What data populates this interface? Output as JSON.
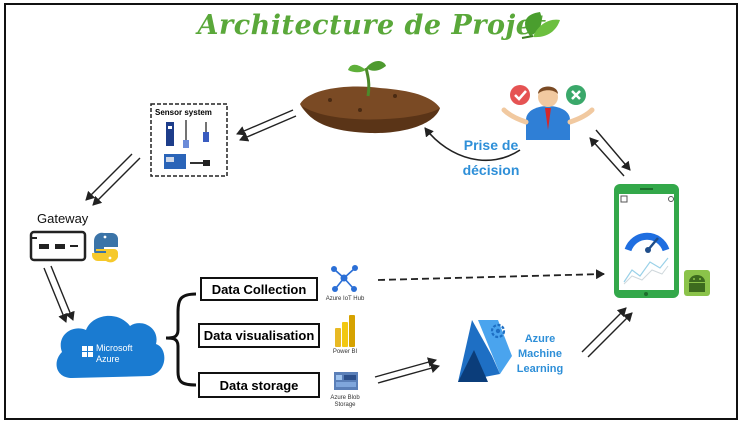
{
  "title": "Architecture de Projet",
  "sensor_system": {
    "label": "Sensor system"
  },
  "gateway": {
    "label": "Gateway"
  },
  "cloud": {
    "line1": "Microsoft",
    "line2": "Azure"
  },
  "services": [
    {
      "box_label": "Data Collection",
      "service_label": "Azure IoT Hub"
    },
    {
      "box_label": "Data visualisation",
      "service_label": "Power BI"
    },
    {
      "box_label": "Data storage",
      "service_label": "Azure Blob Storage"
    }
  ],
  "ml": {
    "line1": "Azure",
    "line2": "Machine",
    "line3": "Learning"
  },
  "decision": {
    "line1": "Prise de",
    "line2": "décision"
  },
  "colors": {
    "title_green": "#5aa83a",
    "azure_blue": "#1a7bd1",
    "phone_green": "#33a84a",
    "decision_blue": "#2e8fd8",
    "android_green": "#8bc34a"
  },
  "icons": [
    "leaf-icon",
    "soil-sprout-icon",
    "person-decision-icon",
    "check-icon",
    "cross-icon",
    "python-icon",
    "gateway-device-icon",
    "azure-cloud-icon",
    "iot-hub-icon",
    "power-bi-icon",
    "blob-storage-icon",
    "azure-ml-icon",
    "gear-icon",
    "smartphone-icon",
    "android-icon"
  ]
}
